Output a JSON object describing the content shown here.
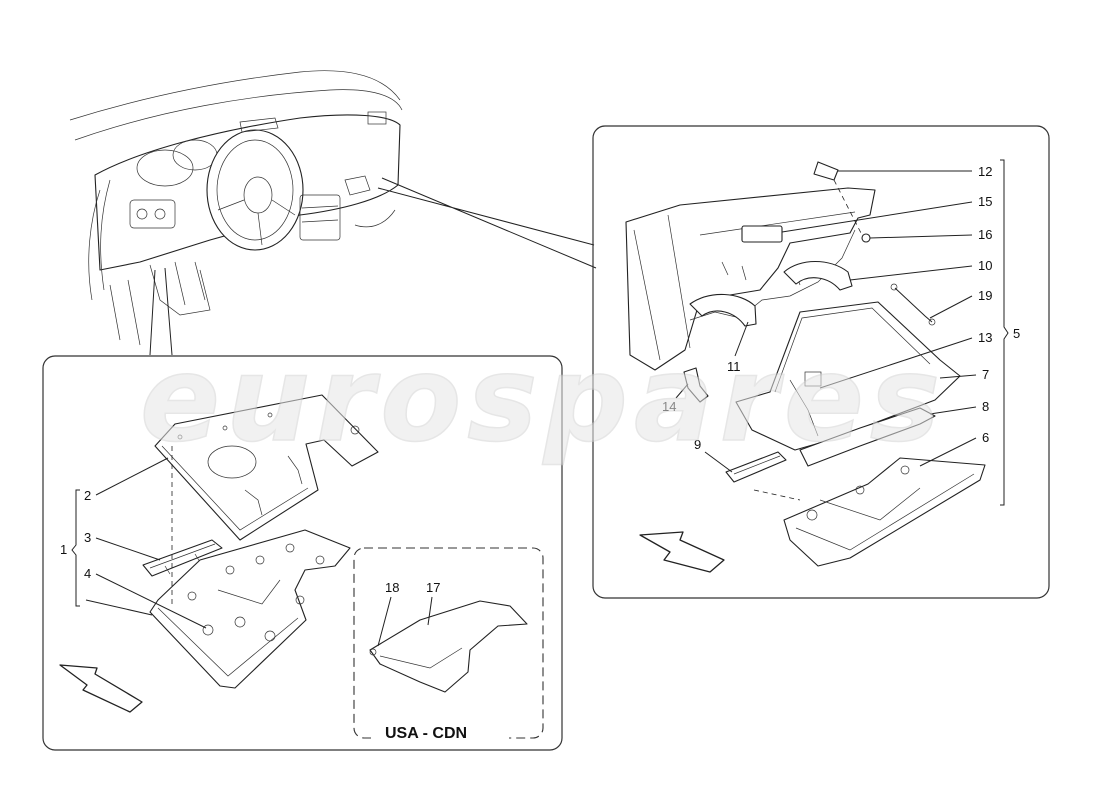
{
  "watermark": "eurospares",
  "region_label": "USA - CDN",
  "callouts": {
    "n1": "1",
    "n2": "2",
    "n3": "3",
    "n4": "4",
    "n5": "5",
    "n6": "6",
    "n7": "7",
    "n8": "8",
    "n9": "9",
    "n10": "10",
    "n11": "11",
    "n12": "12",
    "n13": "13",
    "n14": "14",
    "n15": "15",
    "n16": "16",
    "n17": "17",
    "n18": "18",
    "n19": "19"
  },
  "icons": [
    "direction-arrow-icon"
  ]
}
